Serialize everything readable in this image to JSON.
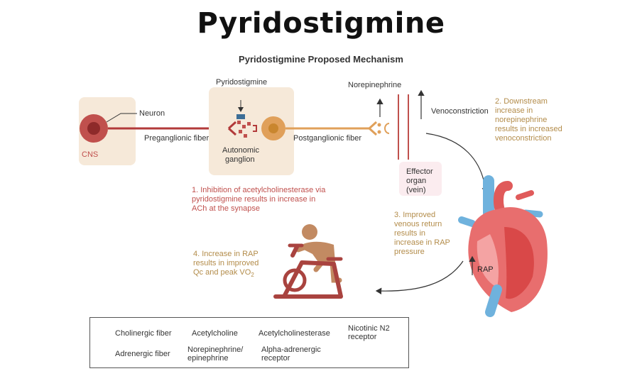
{
  "title": "Pyridostigmine",
  "subtitle": "Pyridostigmine Proposed Mechanism",
  "labels": {
    "neuron": "Neuron",
    "cns": "CNS",
    "preganglionic": "Preganglionic fiber",
    "pyridostigmine": "Pyridostigmine",
    "ganglion_line1": "Autonomic",
    "ganglion_line2": "ganglion",
    "postganglionic": "Postganglionic fiber",
    "norepinephrine": "Norepinephrine",
    "venoconstriction": "Venoconstriction",
    "effector_line1": "Effector",
    "effector_line2": "organ",
    "effector_line3": "(vein)",
    "rap": "RAP"
  },
  "notes": {
    "n1": [
      "1. Inhibition of acetylcholinesterase via",
      "pyridostigmine results in increase in",
      "ACh at the synapse"
    ],
    "n2": [
      "2. Downstream",
      "increase in",
      "norepinephrine",
      "results in increased",
      "venoconstriction"
    ],
    "n3": [
      "3. Improved",
      "venous return",
      "results in",
      "increase in RAP",
      "pressure"
    ],
    "n4_line1": "4. Increase in RAP",
    "n4_line2": "results in improved",
    "n4_line3_prefix": "Qc and peak VO",
    "n4_line3_sub": "2"
  },
  "legend": {
    "cholinergic_fiber": "Cholinergic fiber",
    "acetylcholine": "Acetylcholine",
    "acetylcholinesterase": "Acetylcholinesterase",
    "nicotinic_line1": "Nicotinic N2",
    "nicotinic_line2": "receptor",
    "adrenergic_fiber": "Adrenergic fiber",
    "norepi_line1": "Norepinephrine/",
    "norepi_line2": "epinephrine",
    "alpha_line1": "Alpha-adrenergic",
    "alpha_line2": "receptor"
  },
  "colors": {
    "cholinergic": "#b23a3a",
    "adrenergic": "#e0a05a",
    "acetylcholinesterase": "#3d6e96",
    "panel_bg": "#f6e9d9",
    "note_red": "#c0504d",
    "note_tan": "#b38c4a",
    "heart_red": "#e05a5a",
    "vessel_blue": "#6fb2dd"
  }
}
